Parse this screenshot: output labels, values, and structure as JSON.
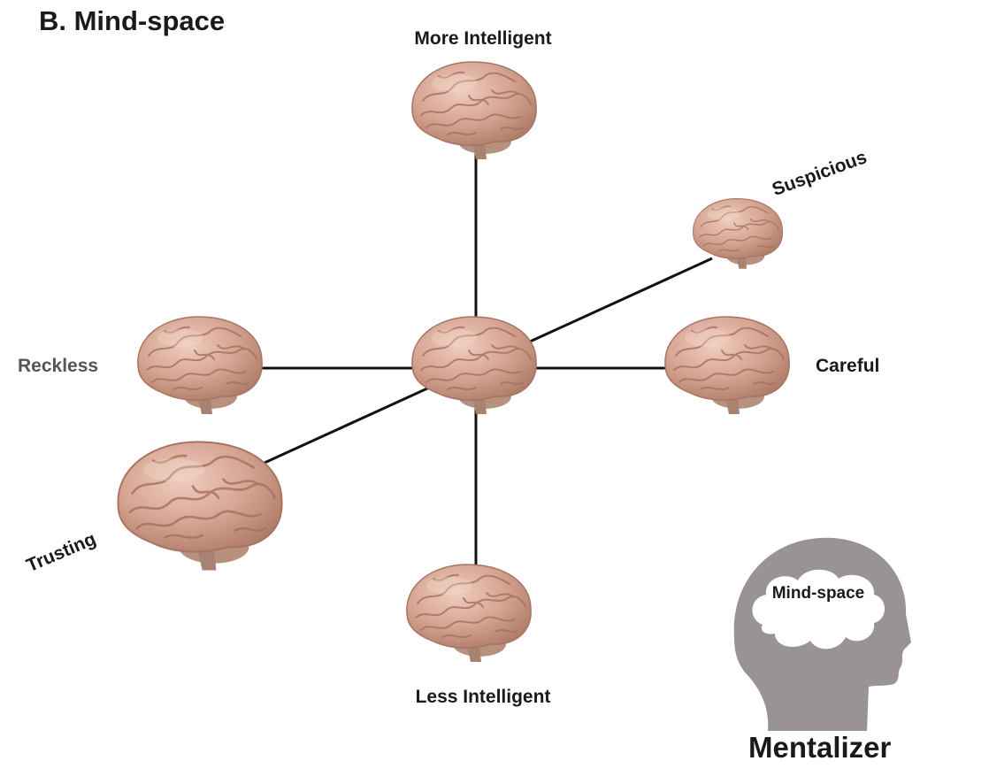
{
  "title": "B. Mind-space",
  "axes": {
    "up": "More Intelligent",
    "down": "Less Intelligent",
    "left": "Reckless",
    "right": "Careful",
    "upper_right": "Suspicious",
    "lower_left": "Trusting"
  },
  "mentalizer": {
    "inner_label": "Mind-space",
    "caption": "Mentalizer"
  },
  "colors": {
    "brain_base": "#d7a593",
    "brain_light": "#e8c2b2",
    "brain_dark": "#a87462",
    "brainstem": "#b8907e",
    "axis_line": "#111111",
    "head": "#9a9393",
    "reckless_text": "#555555"
  },
  "icons": [
    "brain-icon",
    "head-silhouette-icon"
  ]
}
